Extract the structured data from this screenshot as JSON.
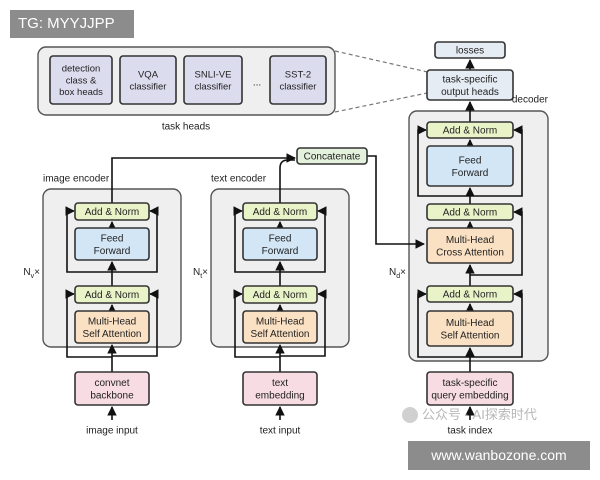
{
  "watermarks": {
    "top_left": "TG: MYYJJPP",
    "bottom_right": "www.wanbozone.com",
    "wechat": "公众号 · AI探索时代"
  },
  "task_heads": {
    "label": "task heads",
    "boxes": [
      [
        "detection",
        "class &",
        "box heads"
      ],
      [
        "VQA",
        "classifier"
      ],
      [
        "SNLI-VE",
        "classifier"
      ],
      [
        "SST-2",
        "classifier"
      ]
    ],
    "ellipsis": "..."
  },
  "image_encoder": {
    "label": "image encoder",
    "multiplier": [
      "N",
      "v",
      "×"
    ],
    "add_norm": "Add & Norm",
    "ffn": [
      "Feed",
      "Forward"
    ],
    "attention": [
      "Multi-Head",
      "Self Attention"
    ],
    "embedding": [
      "convnet",
      "backbone"
    ],
    "input": "image input"
  },
  "text_encoder": {
    "label": "text encoder",
    "multiplier": [
      "N",
      "t",
      "×"
    ],
    "add_norm": "Add & Norm",
    "ffn": [
      "Feed",
      "Forward"
    ],
    "attention": [
      "Multi-Head",
      "Self Attention"
    ],
    "embedding": [
      "text",
      "embedding"
    ],
    "input": "text input"
  },
  "concatenate": "Concatenate",
  "decoder": {
    "label": "decoder",
    "multiplier": [
      "N",
      "d",
      "×"
    ],
    "add_norm": "Add & Norm",
    "ffn": [
      "Feed",
      "Forward"
    ],
    "cross_attention": [
      "Multi-Head",
      "Cross Attention"
    ],
    "self_attention": [
      "Multi-Head",
      "Self Attention"
    ],
    "embedding": [
      "task-specific",
      "query embedding"
    ],
    "input": "task index",
    "output_heads": [
      "task-specific",
      "output heads"
    ],
    "losses": "losses"
  },
  "colors": {
    "add_norm": "#e9f3c8",
    "ffn": "#d2e6f6",
    "attention": "#fbe1c4",
    "embedding": "#f7dce3",
    "head": "#dcdcef",
    "output": "#e6ecf4",
    "concat": "#e4f1dc",
    "panel": "#efefef"
  }
}
